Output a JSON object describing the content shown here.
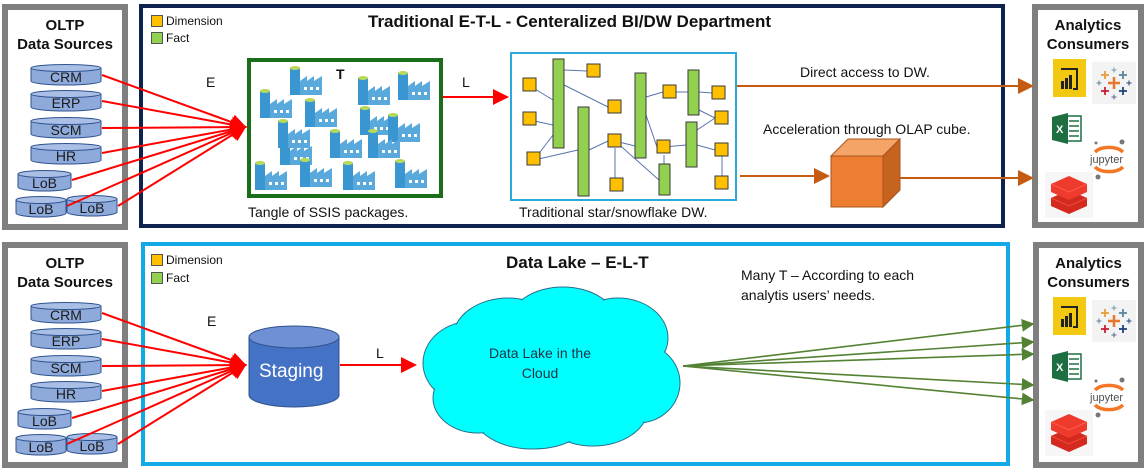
{
  "top": {
    "sources": {
      "title_line1": "OLTP",
      "title_line2": "Data Sources",
      "items": [
        "CRM",
        "ERP",
        "SCM",
        "HR",
        "LoB",
        "LoB",
        "LoB"
      ]
    },
    "panel": {
      "title": "Traditional E-T-L - Centeralized BI/DW Department",
      "legend": [
        {
          "label": "Dimension",
          "color": "#ffc000"
        },
        {
          "label": "Fact",
          "color": "#92d050"
        }
      ],
      "extract_label": "E",
      "transform_label": "T",
      "load_label": "L",
      "ssis_caption": "Tangle of SSIS packages.",
      "dw_caption": "Traditional star/snowflake DW.",
      "direct_access_label": "Direct access to DW.",
      "olap_label": "Acceleration through OLAP cube."
    },
    "consumers": {
      "title_line1": "Analytics",
      "title_line2": "Consumers",
      "icons": [
        "power-bi",
        "tableau",
        "excel",
        "jupyter",
        "databricks"
      ],
      "jupyter_text": "jupyter",
      "excel_text": "X"
    }
  },
  "bottom": {
    "sources": {
      "title_line1": "OLTP",
      "title_line2": "Data Sources",
      "items": [
        "CRM",
        "ERP",
        "SCM",
        "HR",
        "LoB",
        "LoB",
        "LoB"
      ]
    },
    "panel": {
      "title": "Data Lake – E-L-T",
      "legend": [
        {
          "label": "Dimension",
          "color": "#ffc000"
        },
        {
          "label": "Fact",
          "color": "#92d050"
        }
      ],
      "extract_label": "E",
      "load_label": "L",
      "staging_label": "Staging",
      "cloud_line1": "Data Lake in the",
      "cloud_line2": "Cloud",
      "many_t_line1": "Many T – According to each",
      "many_t_line2": "analytis users’ needs."
    },
    "consumers": {
      "title_line1": "Analytics",
      "title_line2": "Consumers",
      "icons": [
        "power-bi",
        "tableau",
        "excel",
        "jupyter",
        "databricks"
      ],
      "jupyter_text": "jupyter",
      "excel_text": "X"
    }
  },
  "colors": {
    "extract_arrow": "#ff0000",
    "consume_arrow_top": "#c55a11",
    "consume_arrow_bottom": "#548235",
    "db_fill": "#8eaadb",
    "staging_fill": "#4472c4",
    "cloud_fill": "#00ffff",
    "cube_fill": "#ed7d31"
  }
}
